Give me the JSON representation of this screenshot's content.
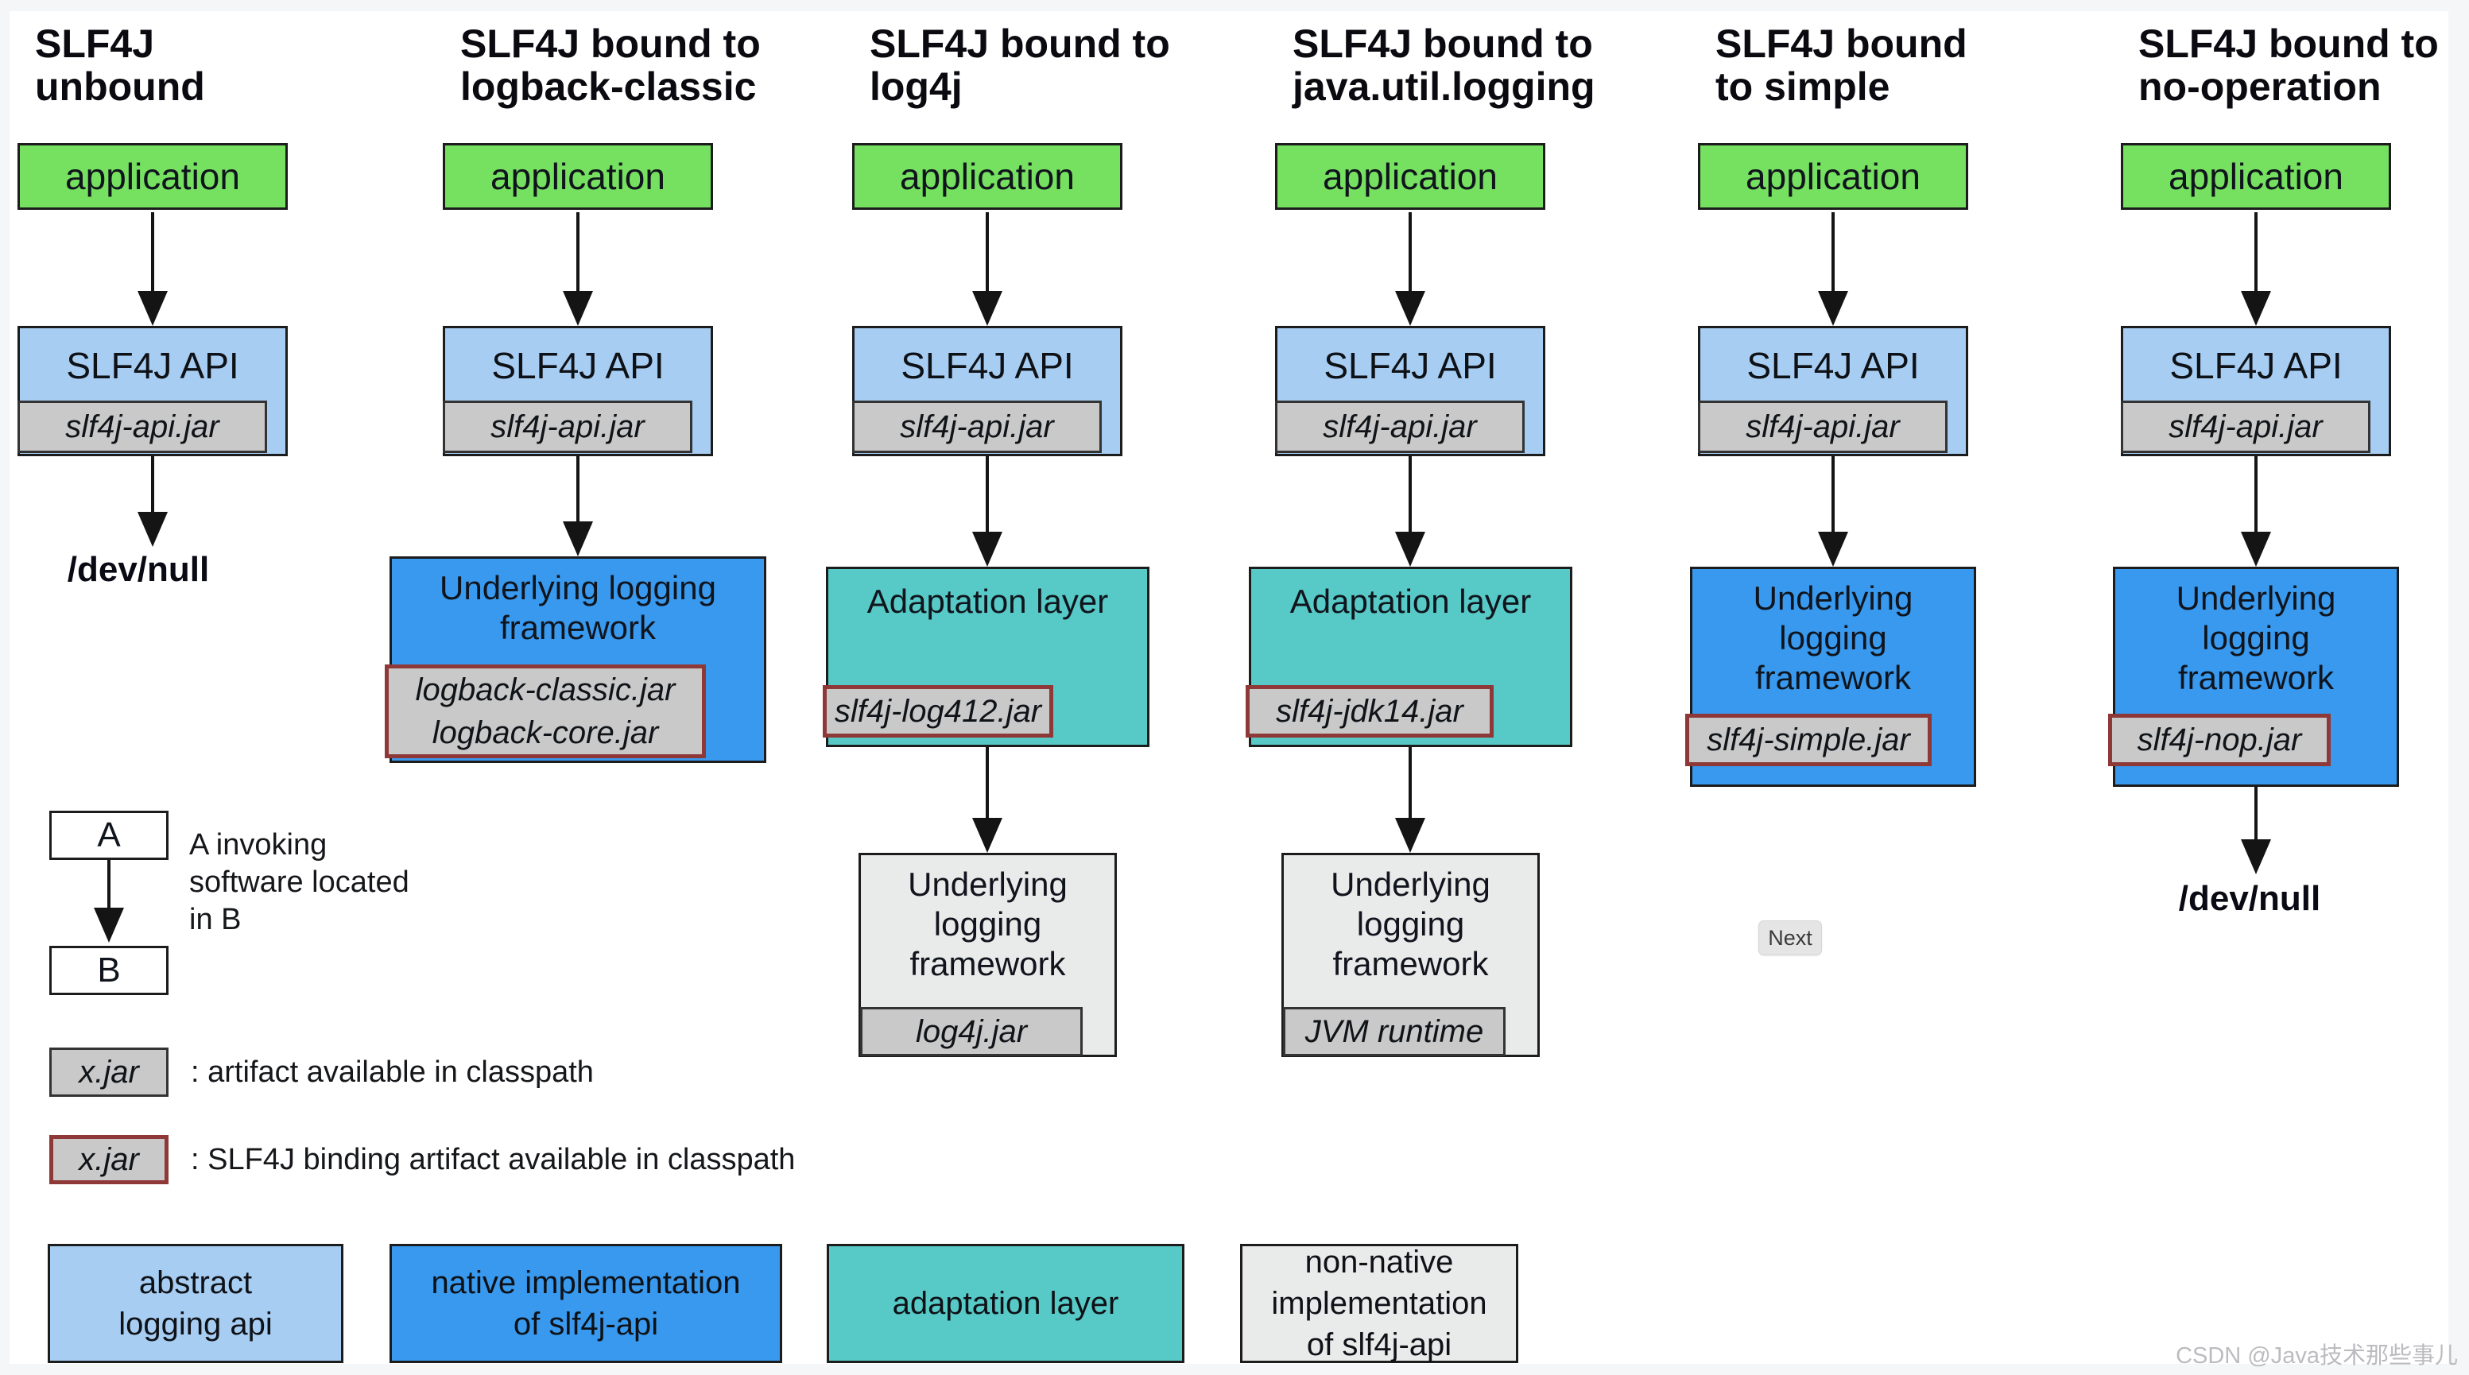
{
  "page": {
    "background_color": "#f5f6f7",
    "canvas_color": "#ffffff",
    "watermark": "CSDN @Java技术那些事儿",
    "next_button": {
      "label": "Next"
    }
  },
  "colors": {
    "application": "#76e060",
    "slf4j_api": "#a7cdf2",
    "native_implementation": "#3899ee",
    "adaptation_layer": "#57c9c6",
    "non_native_implementation": "#e9eaea",
    "jar": "#c9c9c9",
    "binding_border": "#8e3837",
    "box_border": "#1c1c1c",
    "arrow": "#141414"
  },
  "columns": [
    {
      "title_lines": [
        "SLF4J",
        "unbound"
      ],
      "app_label": "application",
      "api_label": "SLF4J API",
      "api_jar": "slf4j-api.jar",
      "sink": "/dev/null"
    },
    {
      "title_lines": [
        "SLF4J bound to",
        "logback-classic"
      ],
      "app_label": "application",
      "api_label": "SLF4J API",
      "api_jar": "slf4j-api.jar",
      "framework": {
        "kind": "native",
        "title_lines": [
          "Underlying logging",
          "framework"
        ],
        "jar_lines": [
          "logback-classic.jar",
          "logback-core.jar"
        ],
        "binding": true
      }
    },
    {
      "title_lines": [
        "SLF4J bound to",
        "log4j"
      ],
      "app_label": "application",
      "api_label": "SLF4J API",
      "api_jar": "slf4j-api.jar",
      "adaptation": {
        "title": "Adaptation layer",
        "jar": "slf4j-log412.jar",
        "binding": true
      },
      "framework": {
        "kind": "non-native",
        "title_lines": [
          "Underlying",
          "logging",
          "framework"
        ],
        "jar_lines": [
          "log4j.jar"
        ],
        "binding": false
      }
    },
    {
      "title_lines": [
        "SLF4J bound to",
        "java.util.logging"
      ],
      "app_label": "application",
      "api_label": "SLF4J API",
      "api_jar": "slf4j-api.jar",
      "adaptation": {
        "title": "Adaptation layer",
        "jar": "slf4j-jdk14.jar",
        "binding": true
      },
      "framework": {
        "kind": "non-native",
        "title_lines": [
          "Underlying",
          "logging",
          "framework"
        ],
        "jar_lines": [
          "JVM runtime"
        ],
        "binding": false
      }
    },
    {
      "title_lines": [
        "SLF4J bound",
        "to simple"
      ],
      "app_label": "application",
      "api_label": "SLF4J API",
      "api_jar": "slf4j-api.jar",
      "framework": {
        "kind": "native",
        "title_lines": [
          "Underlying",
          "logging",
          "framework"
        ],
        "jar_lines": [
          "slf4j-simple.jar"
        ],
        "binding": true
      }
    },
    {
      "title_lines": [
        "SLF4J bound to",
        "no-operation"
      ],
      "app_label": "application",
      "api_label": "SLF4J API",
      "api_jar": "slf4j-api.jar",
      "framework": {
        "kind": "native",
        "title_lines": [
          "Underlying",
          "logging",
          "framework"
        ],
        "jar_lines": [
          "slf4j-nop.jar"
        ],
        "binding": true
      },
      "sink": "/dev/null"
    }
  ],
  "legend": {
    "invocation": {
      "a": "A",
      "b": "B",
      "text_lines": [
        "A invoking",
        "software located",
        "in B"
      ]
    },
    "artifact": {
      "box": "x.jar",
      "text": ": artifact available in classpath"
    },
    "binding_artifact": {
      "box": "x.jar",
      "text": ": SLF4J binding artifact available in classpath"
    },
    "categories": [
      {
        "type": "abstract",
        "lines": [
          "abstract",
          "logging api"
        ]
      },
      {
        "type": "native",
        "lines": [
          "native implementation",
          "of slf4j-api"
        ]
      },
      {
        "type": "adaptation",
        "lines": [
          "adaptation layer"
        ]
      },
      {
        "type": "non-native",
        "lines": [
          "non-native",
          "implementation",
          "of slf4j-api"
        ]
      }
    ]
  }
}
